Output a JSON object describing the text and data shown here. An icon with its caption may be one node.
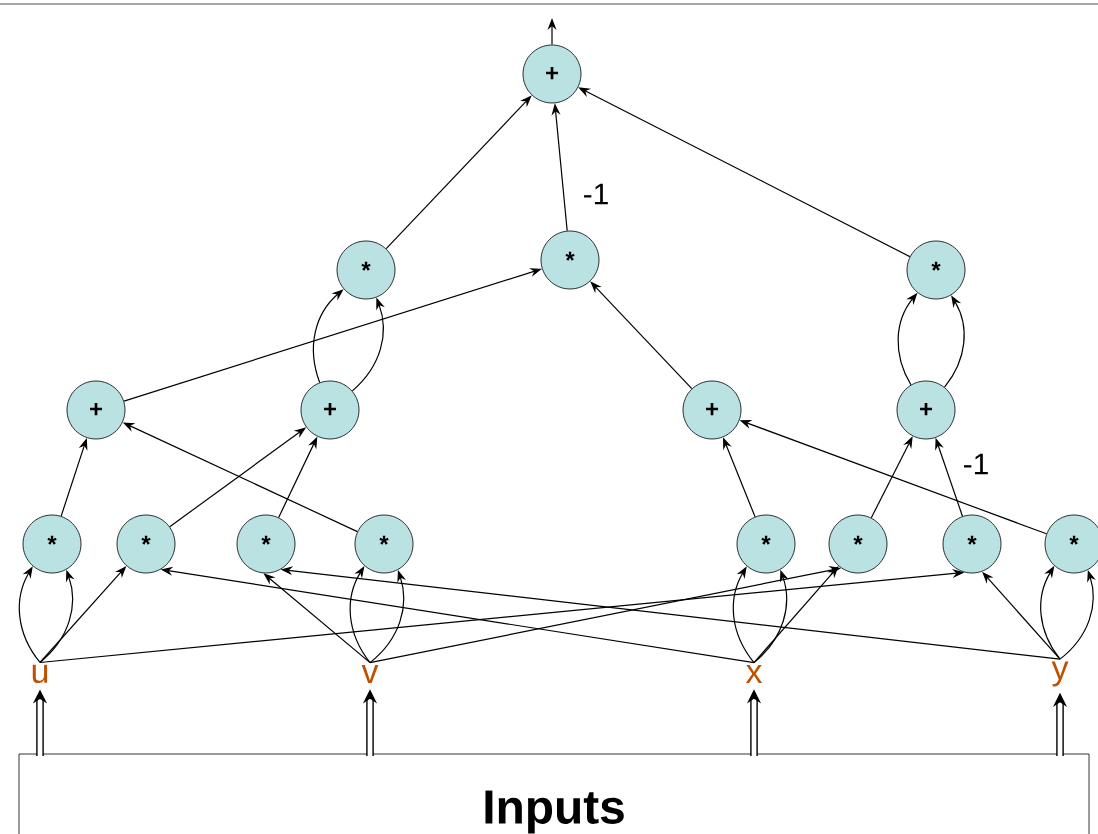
{
  "diagram": {
    "nodes": [
      {
        "text": [
          "+"
        ]
      },
      {
        "text": [
          "*"
        ]
      },
      {
        "text": [
          "*"
        ]
      },
      {
        "text": [
          "*"
        ]
      },
      {
        "text": [
          "+"
        ]
      },
      {
        "text": [
          "+"
        ]
      },
      {
        "text": [
          "+"
        ]
      },
      {
        "text": [
          "+"
        ]
      },
      {
        "text": [
          "*"
        ]
      },
      {
        "text": [
          "*"
        ]
      },
      {
        "text": [
          "*"
        ]
      },
      {
        "text": [
          "*"
        ]
      },
      {
        "text": [
          "*"
        ]
      },
      {
        "text": [
          "*"
        ]
      },
      {
        "text": [
          "*"
        ]
      },
      {
        "text": [
          "*"
        ]
      },
      {
        "text": [
          "u"
        ]
      },
      {
        "text": [
          "v"
        ]
      },
      {
        "text": [
          "x"
        ]
      },
      {
        "text": [
          "y"
        ]
      },
      {
        "text": [
          "Inputs"
        ]
      }
    ],
    "edges": [
      {
        "from": 0,
        "to": null,
        "arrow": "to"
      },
      {
        "from": 1,
        "to": 0,
        "arrow": "to"
      },
      {
        "from": 2,
        "to": 0,
        "arrow": "to",
        "label": "-1"
      },
      {
        "from": 3,
        "to": 0,
        "arrow": "to"
      },
      {
        "from": 4,
        "to": 2,
        "arrow": "to"
      },
      {
        "from": 5,
        "to": 1,
        "arrow": "to"
      },
      {
        "from": 5,
        "to": 1,
        "arrow": "to"
      },
      {
        "from": 6,
        "to": 2,
        "arrow": "to"
      },
      {
        "from": 7,
        "to": 3,
        "arrow": "to"
      },
      {
        "from": 7,
        "to": 3,
        "arrow": "to"
      },
      {
        "from": 8,
        "to": 4,
        "arrow": "to"
      },
      {
        "from": 9,
        "to": 5,
        "arrow": "to"
      },
      {
        "from": 10,
        "to": 5,
        "arrow": "to"
      },
      {
        "from": 11,
        "to": 4,
        "arrow": "to"
      },
      {
        "from": 12,
        "to": 6,
        "arrow": "to"
      },
      {
        "from": 13,
        "to": 7,
        "arrow": "to"
      },
      {
        "from": 14,
        "to": 7,
        "arrow": "to",
        "label": "-1"
      },
      {
        "from": 15,
        "to": 6,
        "arrow": "to"
      },
      {
        "from": 16,
        "to": 8,
        "arrow": "to"
      },
      {
        "from": 16,
        "to": 8,
        "arrow": "to"
      },
      {
        "from": 16,
        "to": 9,
        "arrow": "to"
      },
      {
        "from": 16,
        "to": 14,
        "arrow": "to"
      },
      {
        "from": 17,
        "to": 10,
        "arrow": "to"
      },
      {
        "from": 17,
        "to": 11,
        "arrow": "to"
      },
      {
        "from": 17,
        "to": 11,
        "arrow": "to"
      },
      {
        "from": 17,
        "to": 13,
        "arrow": "to"
      },
      {
        "from": 18,
        "to": 9,
        "arrow": "to"
      },
      {
        "from": 18,
        "to": 12,
        "arrow": "to"
      },
      {
        "from": 18,
        "to": 12,
        "arrow": "to"
      },
      {
        "from": 18,
        "to": 13,
        "arrow": "to"
      },
      {
        "from": 19,
        "to": 10,
        "arrow": "to"
      },
      {
        "from": 19,
        "to": 14,
        "arrow": "to"
      },
      {
        "from": 19,
        "to": 15,
        "arrow": "to"
      },
      {
        "from": 19,
        "to": 15,
        "arrow": "to"
      },
      {
        "from": 20,
        "to": 16,
        "arrow": "to",
        "style": "thick"
      },
      {
        "from": 20,
        "to": 17,
        "arrow": "to",
        "style": "thick"
      },
      {
        "from": 20,
        "to": 18,
        "arrow": "to",
        "style": "thick"
      },
      {
        "from": 20,
        "to": 19,
        "arrow": "to",
        "style": "thick"
      }
    ]
  }
}
